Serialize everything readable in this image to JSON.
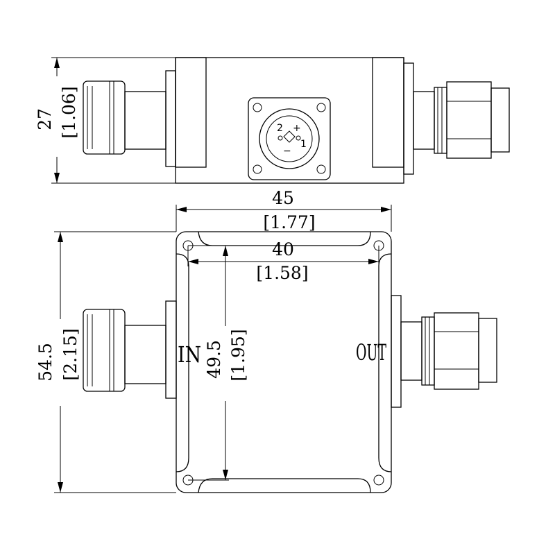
{
  "dimensions": {
    "height_top": {
      "mm": "27",
      "in": "[1.06]"
    },
    "width_overall": {
      "mm": "45",
      "in": "[1.77]"
    },
    "width_holes": {
      "mm": "40",
      "in": "[1.58]"
    },
    "height_overall": {
      "mm": "54.5",
      "in": "[2.15]"
    },
    "height_holes": {
      "mm": "49.5",
      "in": "[1.95]"
    }
  },
  "ports": {
    "input": "IN",
    "output": "OUT"
  },
  "connector_pins": {
    "pin_1": "1",
    "pin_2": "2",
    "plus": "+",
    "minus": "−"
  }
}
